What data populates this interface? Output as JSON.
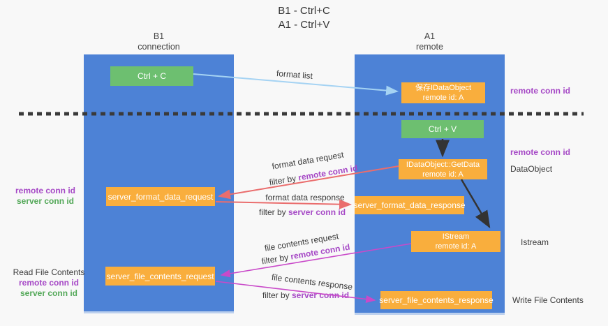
{
  "title": {
    "line1": "B1 - Ctrl+C",
    "line2": "A1 - Ctrl+V"
  },
  "lanes": {
    "b1": {
      "name": "B1",
      "role": "connection"
    },
    "a1": {
      "name": "A1",
      "role": "remote"
    }
  },
  "boxes": {
    "ctrl_c": {
      "label": "Ctrl + C"
    },
    "ctrl_v": {
      "label": "Ctrl + V"
    },
    "save_dataobject": {
      "line1": "保存IDataObject",
      "line2": "remote id: A"
    },
    "getdata": {
      "line1": "IDataObject::GetData",
      "line2": "remote id: A"
    },
    "istream": {
      "line1": "IStream",
      "line2": "remote id: A"
    },
    "server_format_data_request": {
      "label": "server_format_data_request"
    },
    "server_format_data_response": {
      "label": "server_format_data_response"
    },
    "server_file_contents_request": {
      "label": "server_file_contents_request"
    },
    "server_file_contents_response": {
      "label": "server_file_contents_response"
    }
  },
  "arrow_labels": {
    "format_list": "format list",
    "format_data_request": "format data request",
    "format_data_response": "format data response",
    "file_contents_request": "file contents request",
    "file_contents_response": "file contents response",
    "filter_by": "filter by",
    "remote_conn_id": "remote conn id",
    "server_conn_id": "server conn id"
  },
  "side_labels": {
    "remote_conn_id": "remote conn id",
    "server_conn_id": "server conn id",
    "dataobject": "DataObject",
    "istream": "Istream",
    "read_file_contents": "Read File Contents",
    "write_file_contents": "Write File Contents"
  },
  "colors": {
    "background": "#f8f8f8",
    "lane_blue": "#4d82d6",
    "box_green": "#6dbf70",
    "box_orange": "#f9ae3d",
    "arrow_salmon": "#ea6d6d",
    "arrow_magenta": "#c94ac9",
    "arrow_light_blue": "#a5d3f3",
    "arrow_black": "#333333",
    "text_purple": "#a649c6",
    "text_green": "#53a858",
    "text_dark": "#3b3b3b"
  }
}
